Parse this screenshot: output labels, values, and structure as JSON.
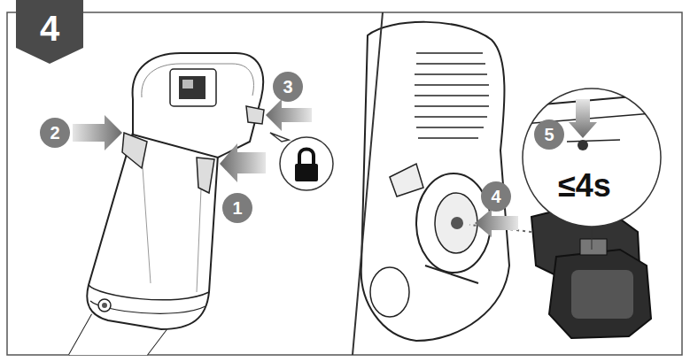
{
  "diagram": {
    "nodes": [
      {
        "text": [
          "4"
        ]
      }
    ],
    "labels": [
      "1",
      "2",
      "3",
      "4",
      "5",
      "≤4s"
    ]
  }
}
